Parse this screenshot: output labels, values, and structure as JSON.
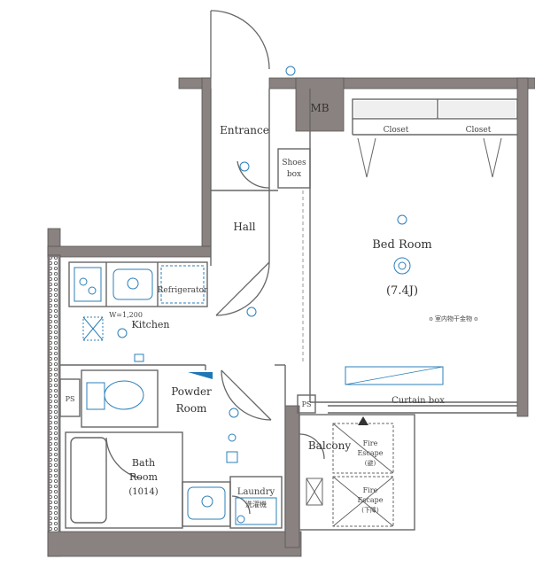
{
  "rooms": {
    "entrance": "Entrance",
    "mb": "MB",
    "closet_1": "Closet",
    "closet_2": "Closet",
    "shoes_line1": "Shoes",
    "shoes_line2": "box",
    "hall": "Hall",
    "bed_room": "Bed Room",
    "bed_room_size": "(7.4J)",
    "indoor_laundry": "o 室内物干金物 o",
    "refrigerator": "Refrigerator",
    "kitchen_width": "W=1,200",
    "kitchen": "Kitchen",
    "powder_line1": "Powder",
    "powder_line2": "Room",
    "ps_left": "PS",
    "ps_right": "PS",
    "curtain_box": "Curtain box",
    "balcony": "Balcony",
    "bath_line1": "Bath",
    "bath_line2": "Room",
    "bath_size": "(1014)",
    "laundry_line1": "Laundry",
    "laundry_line2": "洗濯機",
    "fire_escape_1_line1": "Fire",
    "fire_escape_1_line2": "Escape",
    "fire_escape_1_line3": "(避)",
    "fire_escape_2_line1": "Fire",
    "fire_escape_2_line2": "Escape",
    "fire_escape_2_line3": "(下降)"
  },
  "colors": {
    "wall": "#8a8280",
    "wall_edge": "#555555",
    "outline": "#666666",
    "fixture": "#2b7fb8",
    "accent_blue": "#1f77b4",
    "closet_shade": "#efefef"
  }
}
